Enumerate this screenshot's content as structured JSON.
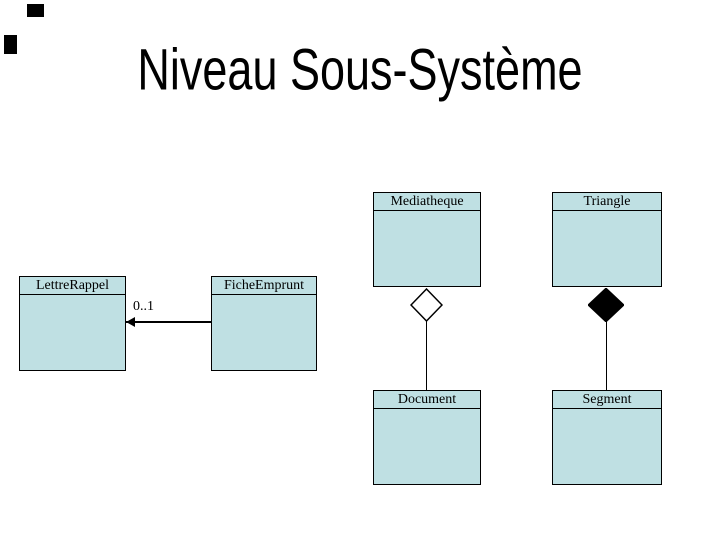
{
  "slide": {
    "title": "Niveau Sous-Système"
  },
  "diagram": {
    "type": "uml-class-diagram",
    "classes": {
      "lettre_rappel": {
        "name": "LettreRappel"
      },
      "fiche_emprunt": {
        "name": "FicheEmprunt"
      },
      "mediatheque": {
        "name": "Mediatheque"
      },
      "triangle": {
        "name": "Triangle"
      },
      "document": {
        "name": "Document"
      },
      "segment": {
        "name": "Segment"
      }
    },
    "relations": {
      "association": {
        "type": "directed-association",
        "from": "FicheEmprunt",
        "to": "LettreRappel",
        "multiplicity_label": "0..1",
        "arrow_end": "LettreRappel"
      },
      "aggregation": {
        "type": "aggregation",
        "diamond": "open",
        "whole": "Mediatheque",
        "part": "Document"
      },
      "composition": {
        "type": "composition",
        "diamond": "filled",
        "whole": "Triangle",
        "part": "Segment"
      }
    },
    "colors": {
      "background": "#ffffff",
      "class_fill": "#bfe0e3",
      "class_border": "#000000",
      "connector": "#000000"
    }
  }
}
